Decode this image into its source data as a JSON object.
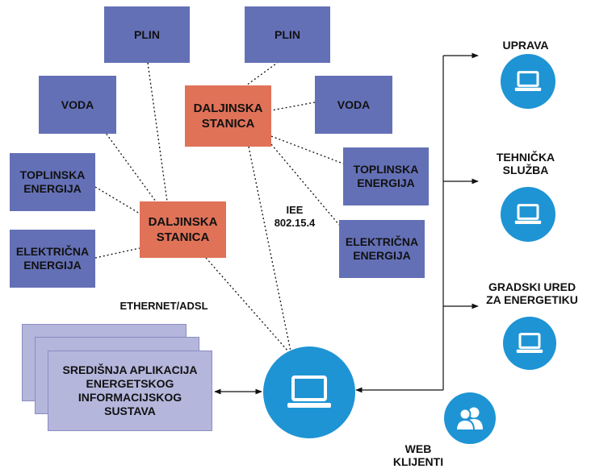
{
  "sources": {
    "plin_1": "PLIN",
    "plin_2": "PLIN",
    "voda_1": "VODA",
    "voda_2": "VODA",
    "toplinska_1": "TOPLINSKA\nENERGIJA",
    "toplinska_2": "TOPLINSKA\nENERGIJA",
    "elektricna_1": "ELEKTRIČNA\nENERGIJA",
    "elektricna_2": "ELEKTRIČNA\nENERGIJA"
  },
  "stations": {
    "station_1": "DALJINSKA\nSTANICA",
    "station_2": "DALJINSKA\nSTANICA"
  },
  "links": {
    "iee": "IEE\n802.15.4",
    "ethernet": "ETHERNET/ADSL"
  },
  "central_app": "SREDIŠNJA APLIKACIJA\nENERGETSKOG\nINFORMACIJSKOG\nSUSTAVA",
  "clients": {
    "uprava": "UPRAVA",
    "tehnicka": "TEHNIČKA\nSLUŽBA",
    "gradski": "GRADSKI URED\nZA ENERGETIKU",
    "web": "WEB\nKLIJENTI"
  },
  "colors": {
    "source_box": "#6470b6",
    "station_box": "#e07258",
    "app_stack": "#b4b6dc",
    "computer_circle": "#1e94d4"
  },
  "icons": {
    "computer": "laptop-icon",
    "web_clients": "users-icon"
  }
}
